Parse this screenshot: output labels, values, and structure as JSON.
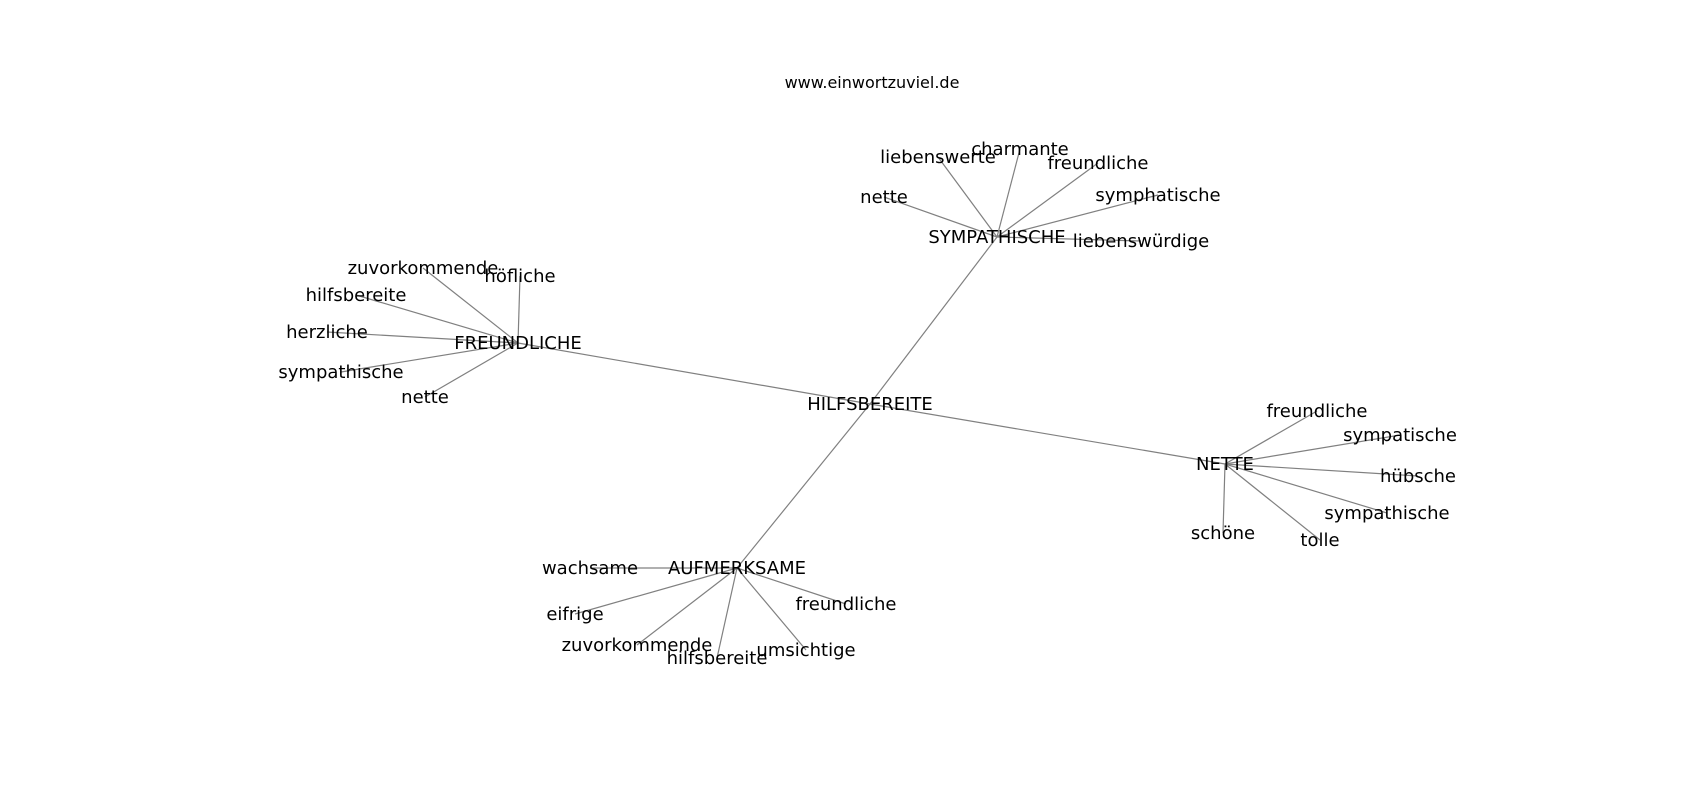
{
  "title": "www.einwortzuviel.de",
  "colors": {
    "edge": "#808080",
    "text": "#000000",
    "background": "#ffffff"
  },
  "graph": {
    "root": "HILFSBEREITE",
    "hubs": [
      {
        "id": "sympathische",
        "label": "SYMPATHISCHE",
        "leaves": [
          "nette",
          "liebenswerte",
          "charmante",
          "freundliche",
          "symphatische",
          "liebenswürdige"
        ]
      },
      {
        "id": "freundliche",
        "label": "FREUNDLICHE",
        "leaves": [
          "zuvorkommende",
          "höfliche",
          "hilfsbereite",
          "herzliche",
          "sympathische",
          "nette"
        ]
      },
      {
        "id": "nette",
        "label": "NETTE",
        "leaves": [
          "freundliche",
          "sympatische",
          "hübsche",
          "sympathische",
          "tolle",
          "schöne"
        ]
      },
      {
        "id": "aufmerksame",
        "label": "AUFMERKSAME",
        "leaves": [
          "wachsame",
          "eifrige",
          "zuvorkommende",
          "hilfsbereite",
          "umsichtige",
          "freundliche"
        ]
      }
    ]
  }
}
